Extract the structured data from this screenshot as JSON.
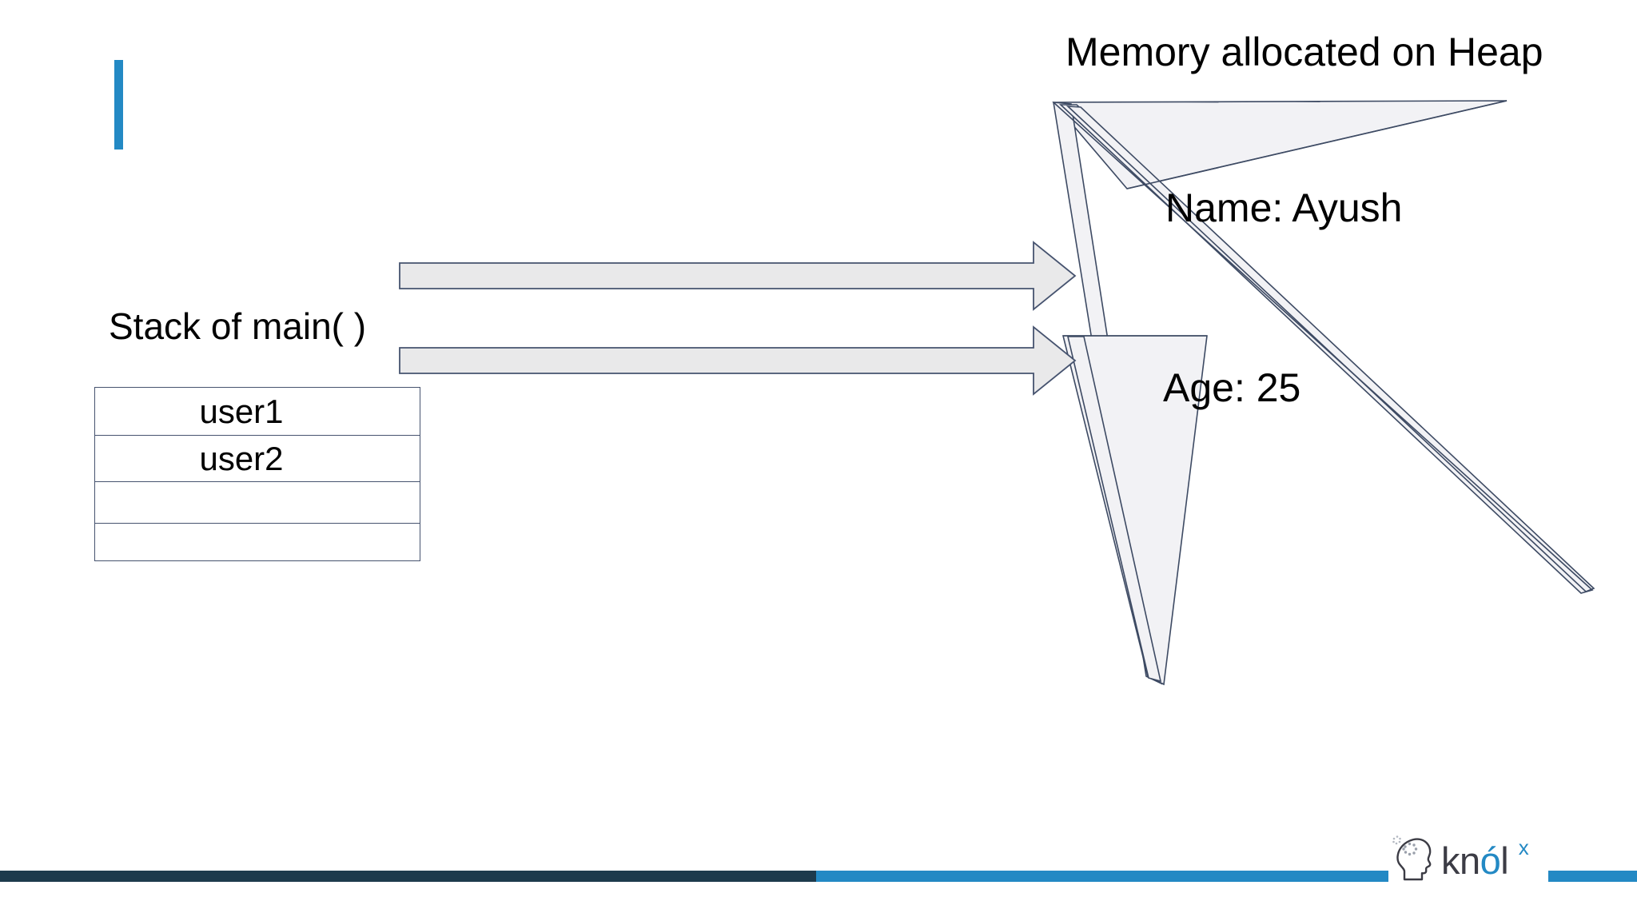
{
  "slide": {
    "background_color": "#ffffff",
    "accent_color": "#2389c4",
    "outline_color": "#46536f"
  },
  "stack": {
    "title": "Stack of main( )",
    "rows": [
      {
        "label": "user1"
      },
      {
        "label": "user2"
      },
      {
        "label": ""
      },
      {
        "label": ""
      }
    ]
  },
  "arrows": [
    {
      "name": "user1-to-heap",
      "label": ""
    },
    {
      "name": "user2-to-heap",
      "label": ""
    }
  ],
  "heap": {
    "title": "Memory allocated on Heap",
    "fields": [
      {
        "label": "Name: Ayush"
      },
      {
        "label": "Age: 25"
      }
    ]
  },
  "footer": {
    "bar_dark_color": "#1d3a4c",
    "bar_blue_color": "#2389c4",
    "logo": {
      "text_kn": "kn",
      "text_o": "ó",
      "text_l": "l",
      "superscript": "x"
    }
  }
}
